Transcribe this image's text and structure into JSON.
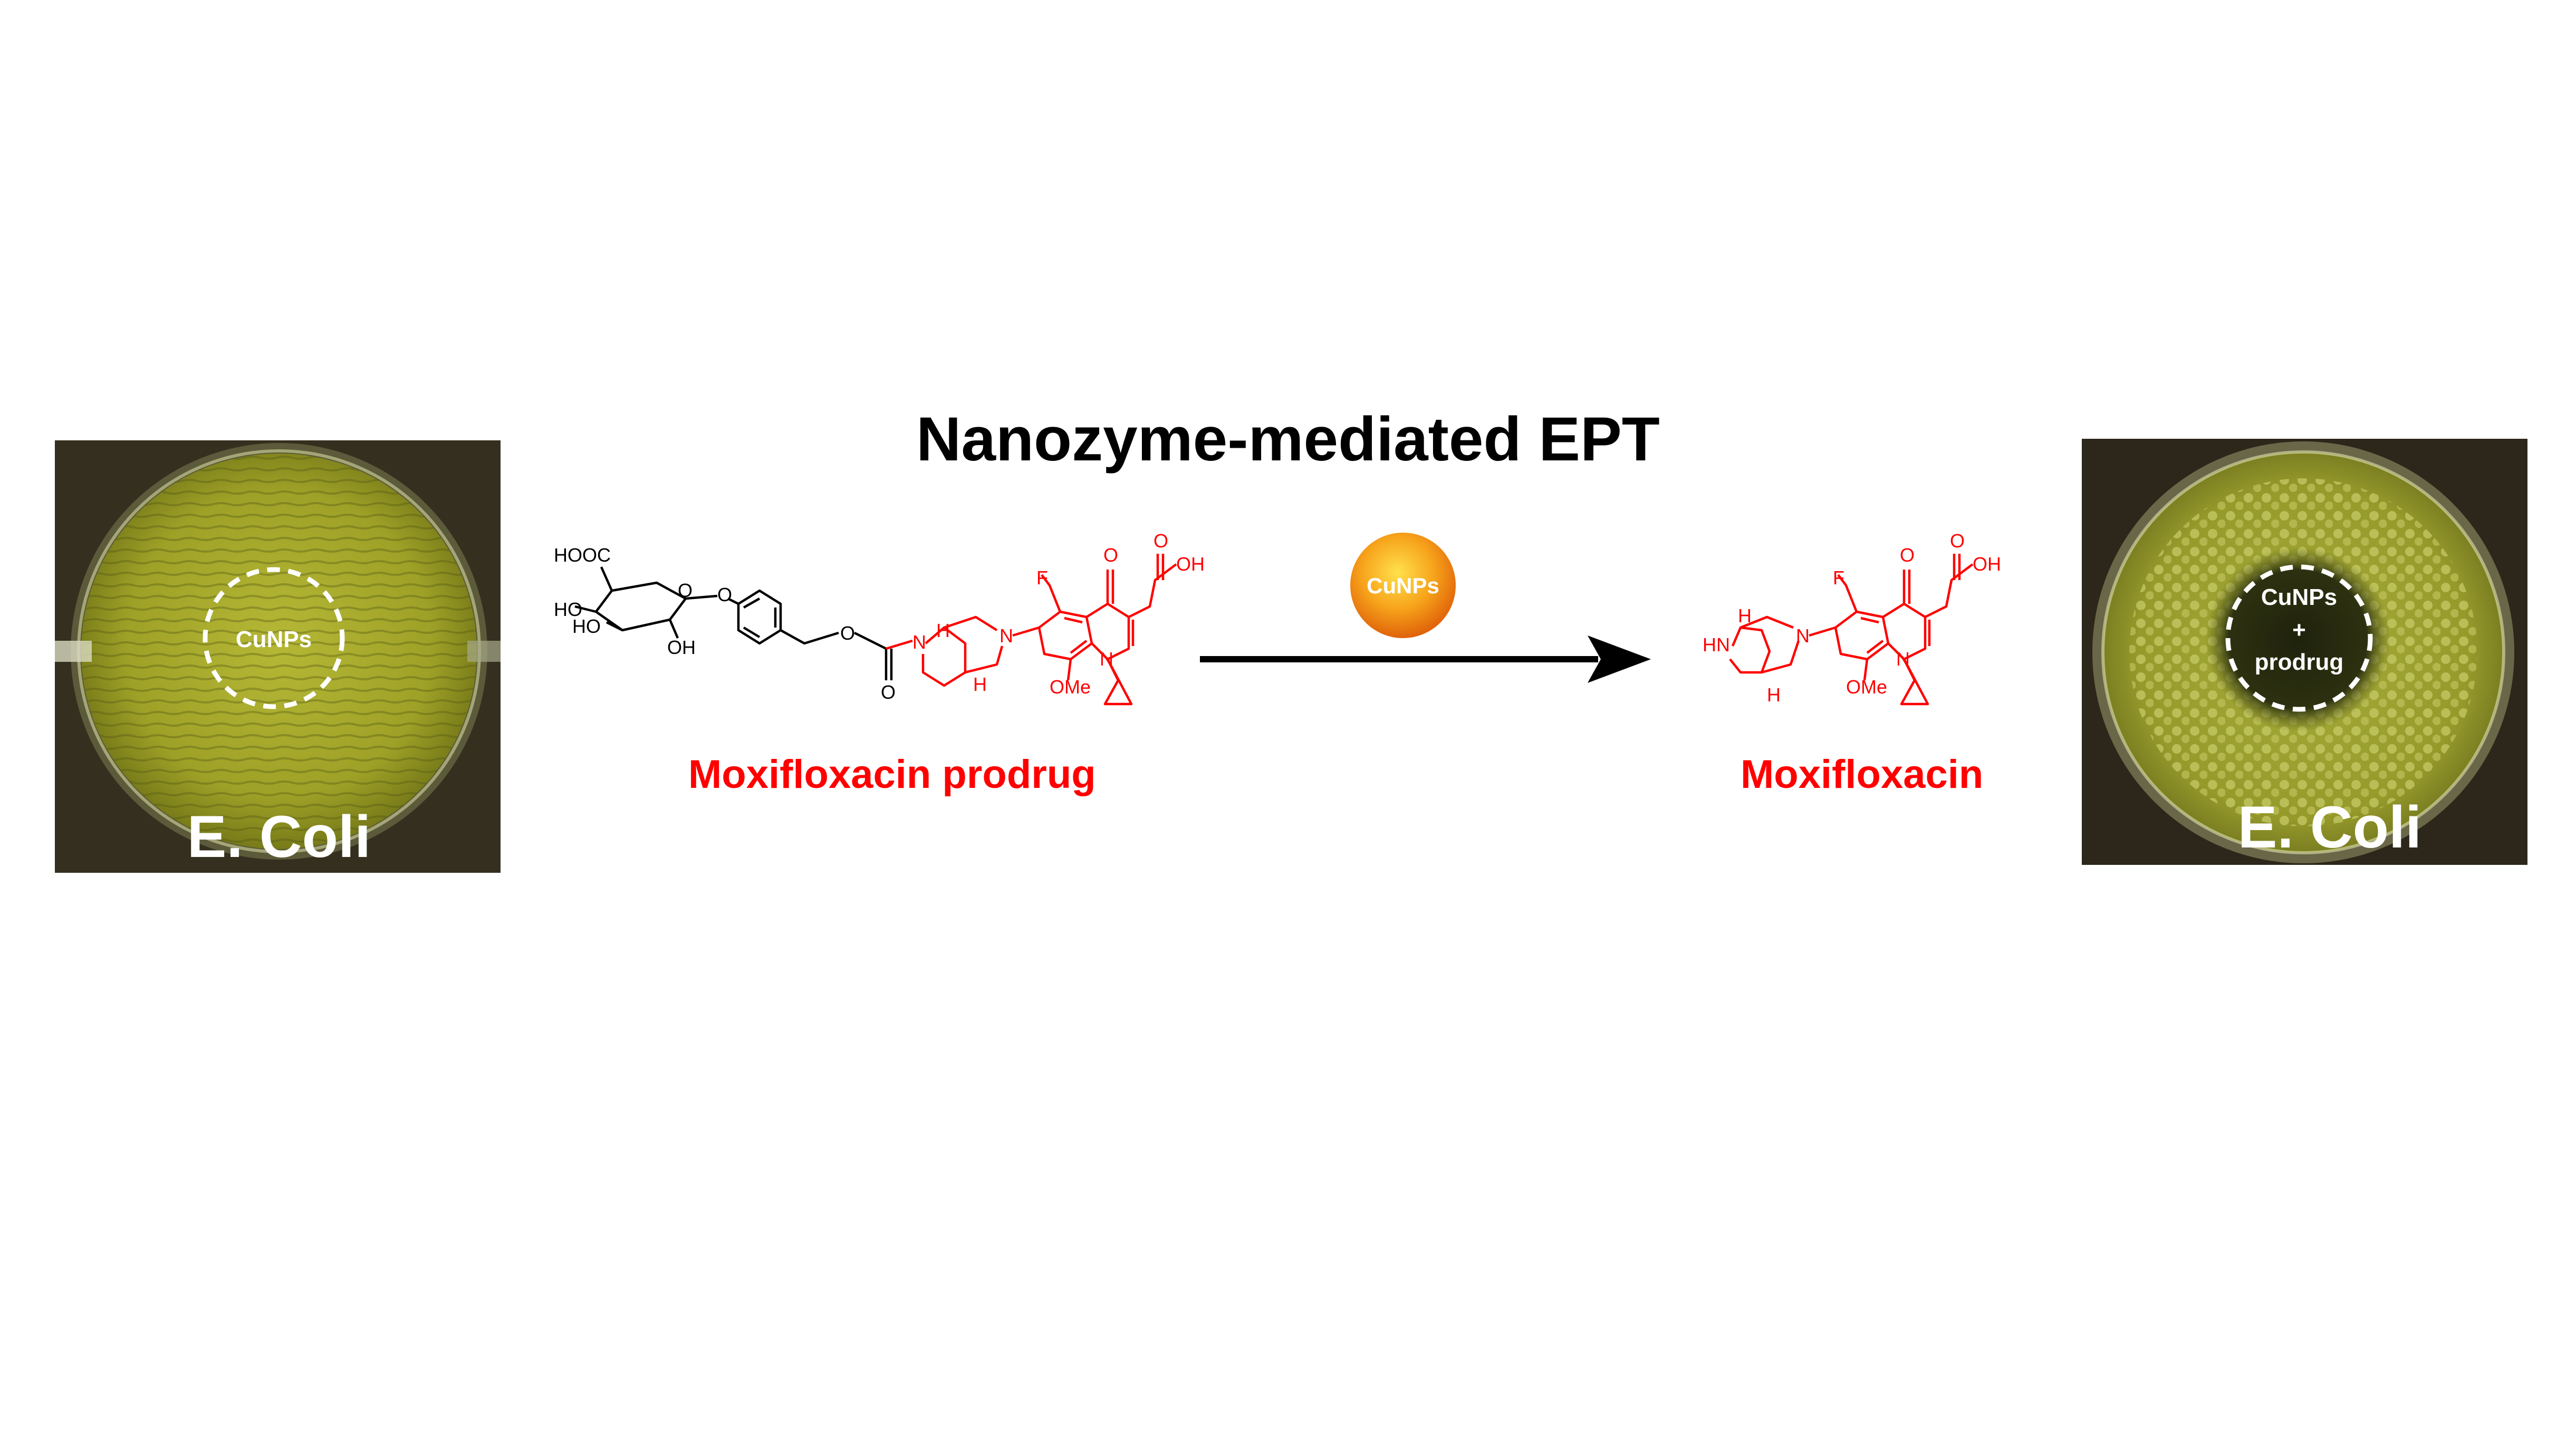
{
  "title": "Nanozyme-mediated EPT",
  "left_plate": {
    "organism": "E. Coli",
    "circle_label": "CuNPs"
  },
  "right_plate": {
    "organism": "E. Coli",
    "circle_line1": "CuNPs",
    "circle_line2": "+",
    "circle_line3": "prodrug"
  },
  "prodrug": {
    "name": "Moxifloxacin prodrug",
    "atoms": {
      "hooc": "HOOC",
      "ho1": "HO",
      "ho2": "HO",
      "oh": "OH",
      "ring_o": "O",
      "ether_o": "O",
      "carb_o": "O",
      "carb_o2": "O",
      "n1": "N",
      "n2": "N",
      "n3": "N",
      "h1": "H",
      "h2": "H",
      "f": "F",
      "keto": "O",
      "acid_o": "O",
      "acid_oh": "OH",
      "ome": "OMe"
    }
  },
  "catalyst": {
    "label": "CuNPs"
  },
  "product": {
    "name": "Moxifloxacin",
    "atoms": {
      "hn": "HN",
      "h1": "H",
      "h2": "H",
      "n2": "N",
      "n3": "N",
      "f": "F",
      "keto": "O",
      "acid_o": "O",
      "acid_oh": "OH",
      "ome": "OMe"
    }
  },
  "colors": {
    "drug": "#ff0000",
    "linker": "#000000",
    "agar": "#a9ad2c",
    "plate_bg": "#3a3320",
    "catalyst": "#f39c12"
  }
}
